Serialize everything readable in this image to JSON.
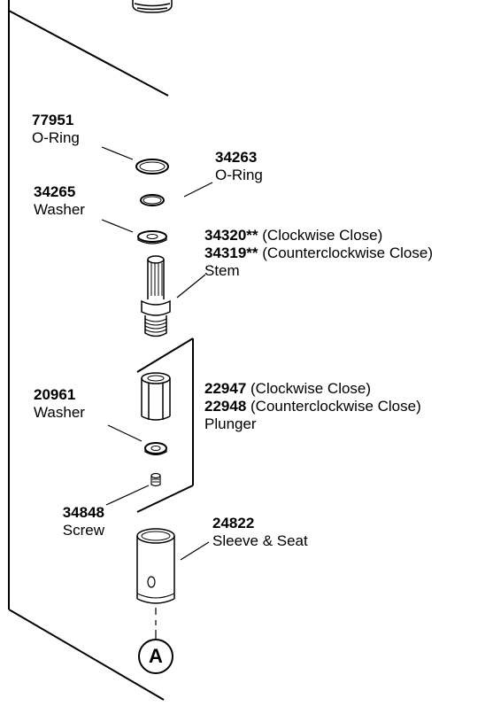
{
  "parts": {
    "oring_77951": {
      "number": "77951",
      "name": "O-Ring"
    },
    "oring_34263": {
      "number": "34263",
      "name": "O-Ring"
    },
    "washer_34265": {
      "number": "34265",
      "name": "Washer"
    },
    "stem": {
      "number_cw": "34320**",
      "desc_cw": "(Clockwise Close)",
      "number_ccw": "34319**",
      "desc_ccw": "(Counterclockwise Close)",
      "name": "Stem"
    },
    "plunger": {
      "number_cw": "22947",
      "desc_cw": "(Clockwise Close)",
      "number_ccw": "22948",
      "desc_ccw": "(Counterclockwise Close)",
      "name": "Plunger"
    },
    "washer_20961": {
      "number": "20961",
      "name": "Washer"
    },
    "screw_34848": {
      "number": "34848",
      "name": "Screw"
    },
    "sleeve_24822": {
      "number": "24822",
      "name": "Sleeve & Seat"
    }
  },
  "callout": {
    "letter": "A"
  }
}
